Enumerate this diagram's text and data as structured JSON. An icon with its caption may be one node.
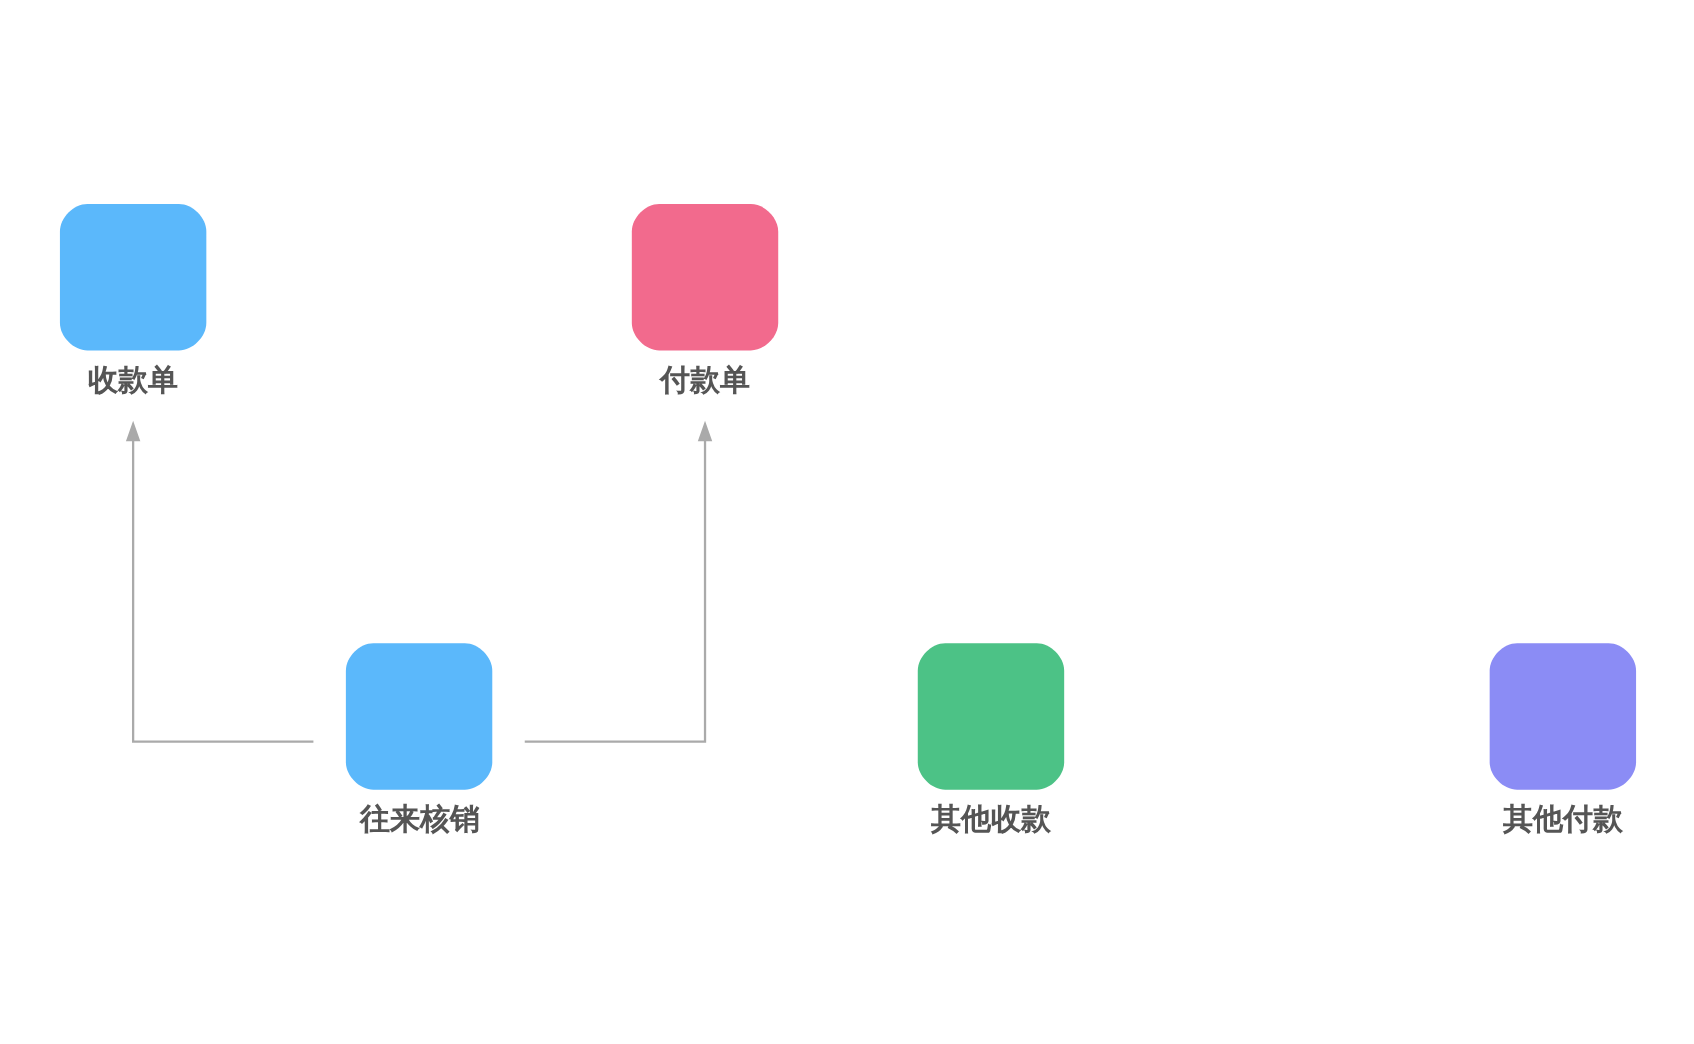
{
  "diagram": {
    "nodes": [
      {
        "text": [
          "收款单"
        ]
      },
      {
        "text": [
          "付款单"
        ]
      },
      {
        "text": [
          "往来核销"
        ]
      },
      {
        "text": [
          "其他收款"
        ]
      },
      {
        "text": [
          "其他付款"
        ]
      }
    ],
    "edges": [
      {
        "from": 2,
        "to": 0,
        "arrow": "to"
      },
      {
        "from": 2,
        "to": 1,
        "arrow": "to"
      }
    ]
  }
}
